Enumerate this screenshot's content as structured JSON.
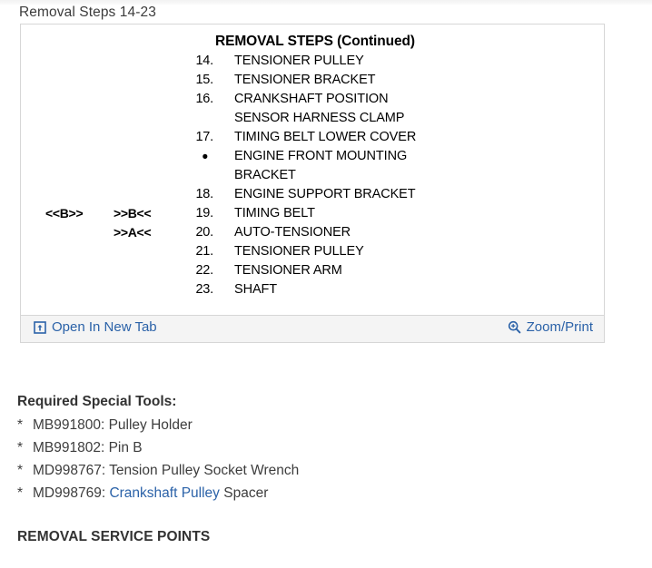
{
  "section": {
    "title": "Removal Steps 14-23"
  },
  "figure": {
    "heading": "REMOVAL STEPS (Continued)",
    "steps": [
      {
        "marker_left": "",
        "marker_right": "",
        "num": "14.",
        "label": "TENSIONER PULLEY"
      },
      {
        "marker_left": "",
        "marker_right": "",
        "num": "15.",
        "label": "TENSIONER BRACKET"
      },
      {
        "marker_left": "",
        "marker_right": "",
        "num": "16.",
        "label": "CRANKSHAFT POSITION"
      },
      {
        "marker_left": "",
        "marker_right": "",
        "num": "",
        "label": "SENSOR HARNESS CLAMP"
      },
      {
        "marker_left": "",
        "marker_right": "",
        "num": "17.",
        "label": "TIMING BELT LOWER COVER"
      },
      {
        "marker_left": "",
        "marker_right": "",
        "num": "•",
        "label": "ENGINE FRONT MOUNTING"
      },
      {
        "marker_left": "",
        "marker_right": "",
        "num": "",
        "label": "BRACKET"
      },
      {
        "marker_left": "",
        "marker_right": "",
        "num": "18.",
        "label": "ENGINE SUPPORT BRACKET"
      },
      {
        "marker_left": "<<B>>",
        "marker_right": ">>B<<",
        "num": "19.",
        "label": "TIMING BELT"
      },
      {
        "marker_left": "",
        "marker_right": ">>A<<",
        "num": "20.",
        "label": "AUTO-TENSIONER"
      },
      {
        "marker_left": "",
        "marker_right": "",
        "num": "21.",
        "label": "TENSIONER PULLEY"
      },
      {
        "marker_left": "",
        "marker_right": "",
        "num": "22.",
        "label": "TENSIONER ARM"
      },
      {
        "marker_left": "",
        "marker_right": "",
        "num": "23.",
        "label": "SHAFT"
      }
    ],
    "footer": {
      "open_new_tab_label": "Open In New Tab",
      "open_new_tab_icon": "open-in-new-tab-icon",
      "zoom_print_label": "Zoom/Print",
      "zoom_print_icon": "magnifier-plus-icon",
      "link_color": "#2b62a8"
    }
  },
  "tools": {
    "title": "Required Special Tools:",
    "bullet": "*",
    "items": [
      {
        "text": "MB991800: Pulley Holder",
        "link_text": "",
        "pre": "MB991800: Pulley Holder",
        "post": ""
      },
      {
        "text": "MB991802: Pin B",
        "link_text": "",
        "pre": "MB991802: Pin B",
        "post": ""
      },
      {
        "text": "MD998767: Tension Pulley Socket Wrench",
        "link_text": "",
        "pre": "MD998767: Tension Pulley Socket Wrench",
        "post": ""
      },
      {
        "text": "MD998769: Crankshaft Pulley Spacer",
        "link_text": "Crankshaft Pulley",
        "pre": "MD998769: ",
        "post": " Spacer"
      }
    ]
  },
  "service_points": {
    "heading": "REMOVAL SERVICE POINTS"
  }
}
